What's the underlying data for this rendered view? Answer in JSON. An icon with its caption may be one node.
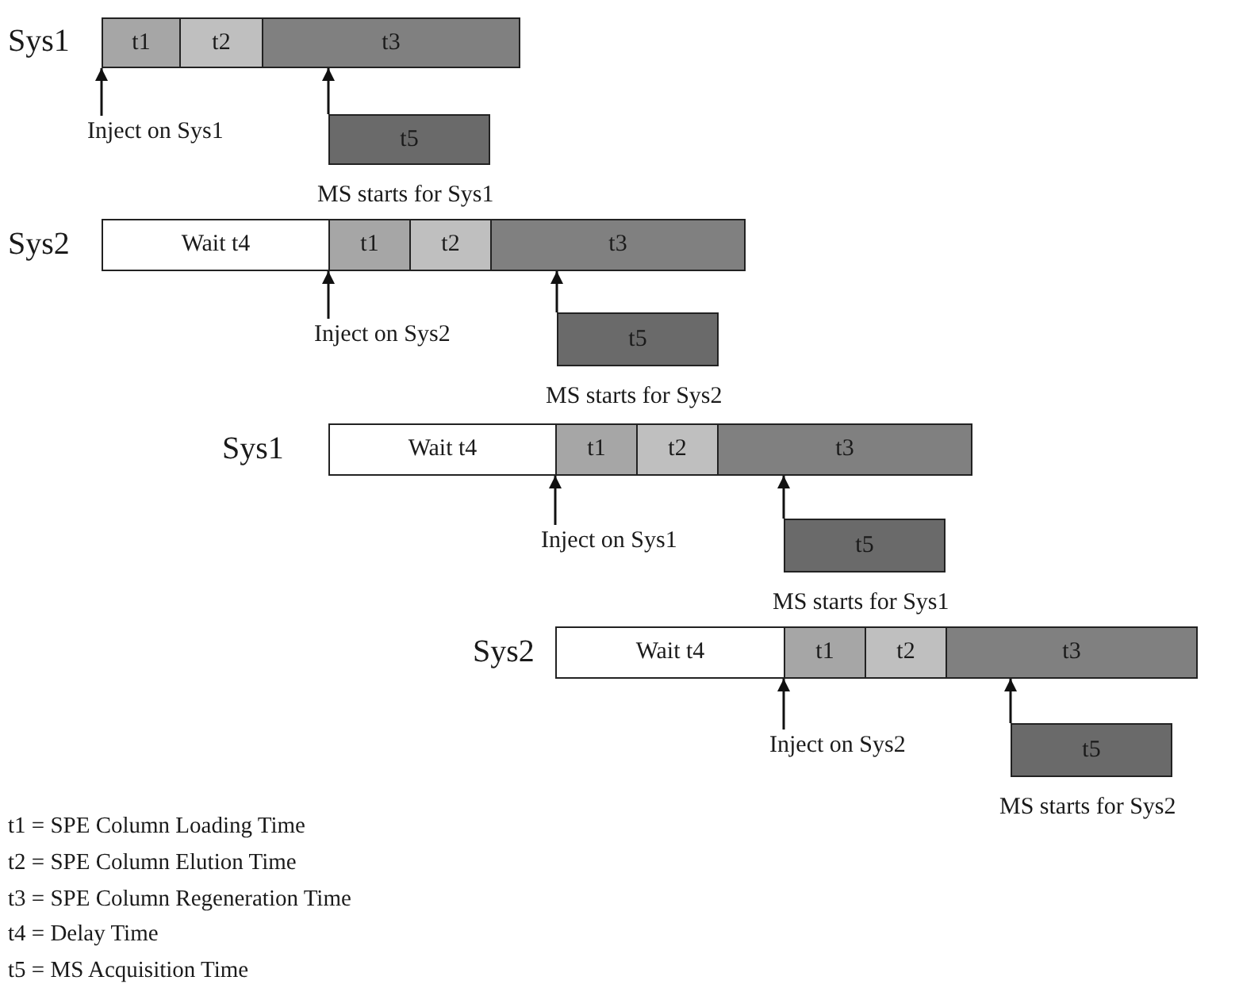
{
  "diagram": {
    "nodes": [
      {
        "text": [
          "t1"
        ]
      },
      {
        "text": [
          "t2"
        ]
      },
      {
        "text": [
          "t3"
        ]
      },
      {
        "text": [
          "Inject on Sys1"
        ]
      },
      {
        "text": [
          "t5"
        ],
        "beside": [
          "MS starts for Sys1"
        ]
      },
      {
        "text": [
          "Wait t4"
        ]
      },
      {
        "text": [
          "t1"
        ]
      },
      {
        "text": [
          "t2"
        ]
      },
      {
        "text": [
          "t3"
        ]
      },
      {
        "text": [
          "Inject on Sys2"
        ]
      },
      {
        "text": [
          "t5"
        ],
        "beside": [
          "MS starts for Sys2"
        ]
      },
      {
        "text": [
          "Wait t4"
        ]
      },
      {
        "text": [
          "t1"
        ]
      },
      {
        "text": [
          "t2"
        ]
      },
      {
        "text": [
          "t3"
        ]
      },
      {
        "text": [
          "Inject on Sys1"
        ]
      },
      {
        "text": [
          "t5"
        ],
        "beside": [
          "MS starts for Sys1"
        ]
      },
      {
        "text": [
          "Wait t4"
        ]
      },
      {
        "text": [
          "t1"
        ]
      },
      {
        "text": [
          "t2"
        ]
      },
      {
        "text": [
          "t3"
        ]
      },
      {
        "text": [
          "Inject on Sys2"
        ]
      },
      {
        "text": [
          "t5"
        ],
        "beside": [
          "MS starts for Sys2"
        ]
      }
    ],
    "edges": [
      {
        "from": 3,
        "to": 0,
        "arrow": "to"
      },
      {
        "from": 4,
        "to": 2,
        "arrow": "to"
      },
      {
        "from": 9,
        "to": 6,
        "arrow": "to"
      },
      {
        "from": 10,
        "to": 8,
        "arrow": "to"
      },
      {
        "from": 15,
        "to": 12,
        "arrow": "to"
      },
      {
        "from": 16,
        "to": 14,
        "arrow": "to"
      },
      {
        "from": 21,
        "to": 18,
        "arrow": "to"
      },
      {
        "from": 22,
        "to": 20,
        "arrow": "to"
      }
    ],
    "labels": [
      "Sys1",
      "Sys2",
      "Sys1",
      "Sys2",
      "t1 = SPE Column Loading Time",
      "t2 = SPE Column Elution Time",
      "t3 = SPE Column Regeneration Time",
      "t4 = Delay Time",
      "t5 = MS Acquisition Time"
    ]
  }
}
